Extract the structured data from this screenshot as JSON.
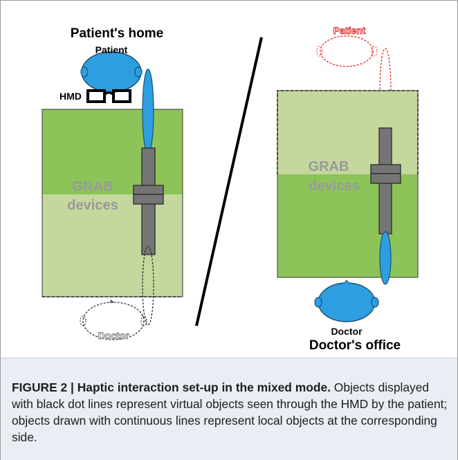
{
  "figure": {
    "left_panel": {
      "title": "Patient's home",
      "person_label": "Patient",
      "hmd_label": "HMD",
      "devices_label_line1": "GRAB",
      "devices_label_line2": "devices",
      "virtual_person_label": "Doctor"
    },
    "right_panel": {
      "title": "Doctor's office",
      "person_label": "Doctor",
      "devices_label_line1": "GRAB",
      "devices_label_line2": "devices",
      "virtual_person_label": "Patient"
    },
    "colors": {
      "green_dark": "#8cc45a",
      "green_light": "#c4d79d",
      "head_blue": "#2d9fe0",
      "device_gray": "#757575",
      "virtual_red": "#e02020",
      "caption_bg": "#e9eef4"
    }
  },
  "caption": {
    "lead": "FIGURE 2 | Haptic interaction set-up in the mixed mode.",
    "body": " Objects displayed with black dot lines represent virtual objects seen through the HMD by the patient; objects drawn with continuous lines represent local objects at the corresponding side."
  }
}
